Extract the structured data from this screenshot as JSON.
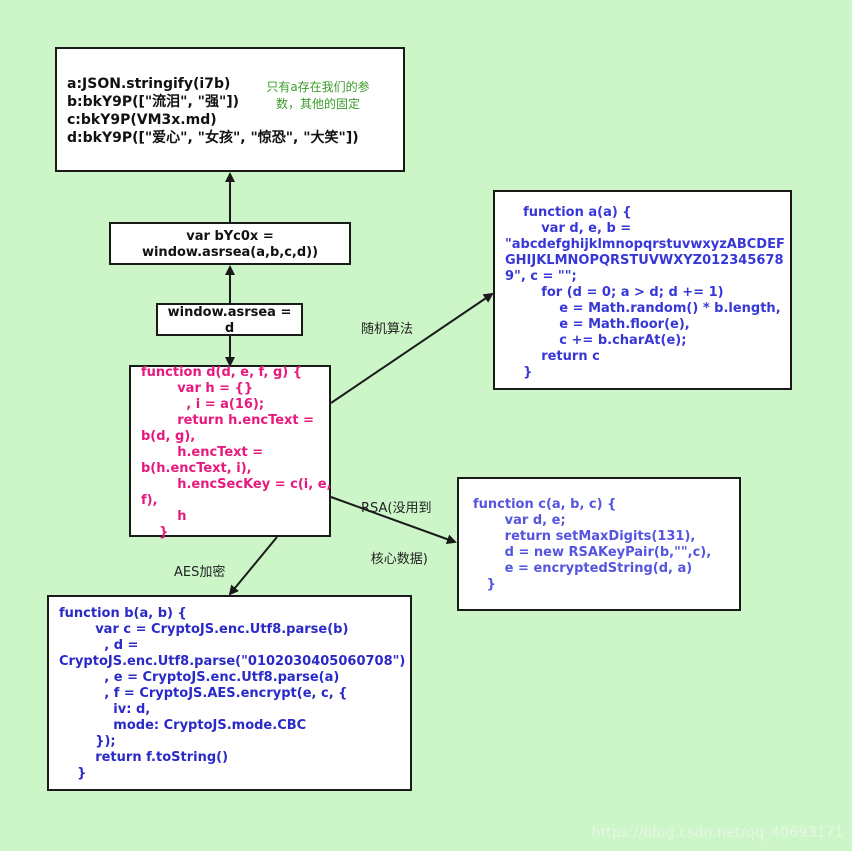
{
  "colors": {
    "background": "#ccf6c8",
    "box_border": "#1a1a1a",
    "pink_code": "#e8197e",
    "blue_code": "#3737d8",
    "purple_code": "#5555e0",
    "note_green": "#3a9b2a"
  },
  "params_box": {
    "lines": [
      "a:JSON.stringify(i7b)",
      "b:bkY9P([\"流泪\", \"强\"])",
      "c:bkY9P(VM3x.md)",
      "d:bkY9P([\"爱心\", \"女孩\", \"惊恐\", \"大笑\"])"
    ],
    "note": [
      "只有a存在我们的参",
      "数，其他的固定"
    ]
  },
  "call_box": {
    "lines": [
      "var bYc0x =",
      "window.asrsea(a,b,c,d))"
    ]
  },
  "assign_box": {
    "lines": [
      "window.asrsea =",
      "d"
    ]
  },
  "func_d_box": {
    "lines": [
      "function d(d, e, f, g) {",
      "        var h = {}",
      "          , i = a(16);",
      "        return h.encText =",
      "b(d, g),",
      "        h.encText =",
      "b(h.encText, i),",
      "        h.encSecKey = c(i, e,",
      "f),",
      "        h",
      "    }"
    ]
  },
  "func_a_box": {
    "lines": [
      "    function a(a) {",
      "        var d, e, b =",
      "\"abcdefghijklmnopqrstuvwxyzABCDEF",
      "GHIJKLMNOPQRSTUVWXYZ012345678",
      "9\", c = \"\";",
      "        for (d = 0; a > d; d += 1)",
      "            e = Math.random() * b.length,",
      "            e = Math.floor(e),",
      "            c += b.charAt(e);",
      "        return c",
      "    }"
    ]
  },
  "func_c_box": {
    "lines": [
      "function c(a, b, c) {",
      "       var d, e;",
      "       return setMaxDigits(131),",
      "       d = new RSAKeyPair(b,\"\",c),",
      "       e = encryptedString(d, a)",
      "   }"
    ]
  },
  "func_b_box": {
    "lines": [
      "function b(a, b) {",
      "        var c = CryptoJS.enc.Utf8.parse(b)",
      "          , d =",
      "CryptoJS.enc.Utf8.parse(\"0102030405060708\")",
      "          , e = CryptoJS.enc.Utf8.parse(a)",
      "          , f = CryptoJS.AES.encrypt(e, c, {",
      "            iv: d,",
      "            mode: CryptoJS.mode.CBC",
      "        });",
      "        return f.toString()",
      "    }"
    ]
  },
  "edge_labels": {
    "random": "随机算法",
    "rsa": [
      "RSA(没用到",
      "核心数据)"
    ],
    "aes": "AES加密"
  },
  "watermark": "https://blog.csdn.net/qq_40693171"
}
